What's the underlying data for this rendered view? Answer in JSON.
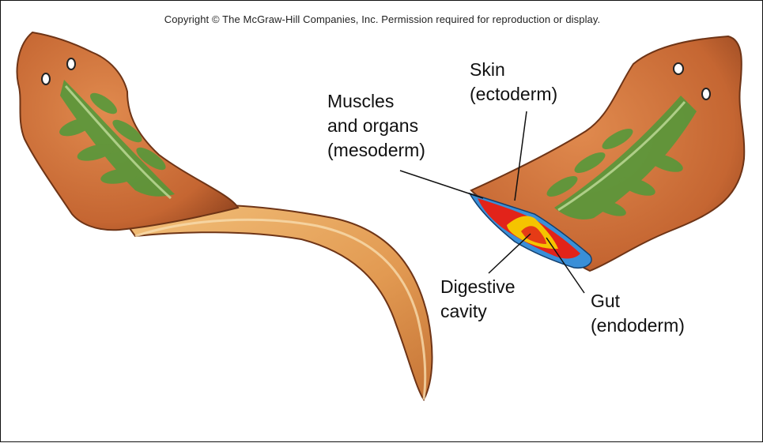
{
  "copyright": "Copyright © The McGraw-Hill Companies, Inc. Permission required for reproduction or display.",
  "labels": {
    "skin": [
      "Skin",
      "(ectoderm)"
    ],
    "muscles": [
      "Muscles",
      "and organs",
      "(mesoderm)"
    ],
    "digestive": [
      "Digestive",
      "cavity"
    ],
    "gut": [
      "Gut",
      "(endoderm)"
    ]
  },
  "colors": {
    "body": "#c96a35",
    "body_dark": "#8a3f1c",
    "underside": "#e6a45c",
    "gut_green": "#4f9a3a",
    "ectoderm": "#3a8fd8",
    "mesoderm": "#e2231a",
    "endoderm": "#f5c400"
  }
}
